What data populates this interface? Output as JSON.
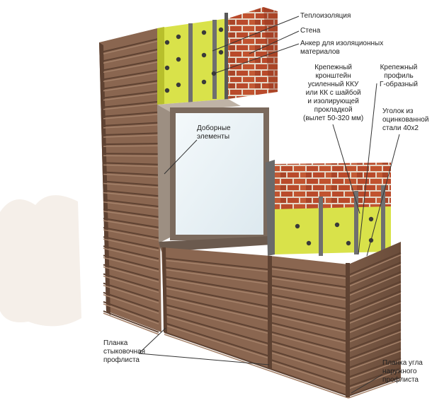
{
  "labels": {
    "insulation": "Теплоизоляция",
    "wall": "Стена",
    "anchor": "Анкер для изоляционных\nматериалов",
    "bracket": "Крепежный\nкронштейн\nусиленный ККУ\nили КК с шайбой\nи изолирующей\nпрокладкой\n(вылет 50-320 мм)",
    "profile": "Крепежный\nпрофиль\nГ-образный",
    "corner": "Уголок из\nоцинкованной\nстали 40х2",
    "trim": "Доборные\nэлементы",
    "joint": "Планка\nстыковочная\nпрофлиста",
    "outer_corner": "Планка угла\nнаружного\nпрофлиста"
  },
  "colors": {
    "siding": "#8a6650",
    "siding_light": "#a5826a",
    "siding_dark": "#5e4232",
    "insulation": "#d9e24a",
    "brick": "#b94a2b",
    "mortar": "#e4d6c6",
    "window_glass": "#eaf3f7",
    "frame": "#7b6a5d",
    "leader": "#333333"
  }
}
